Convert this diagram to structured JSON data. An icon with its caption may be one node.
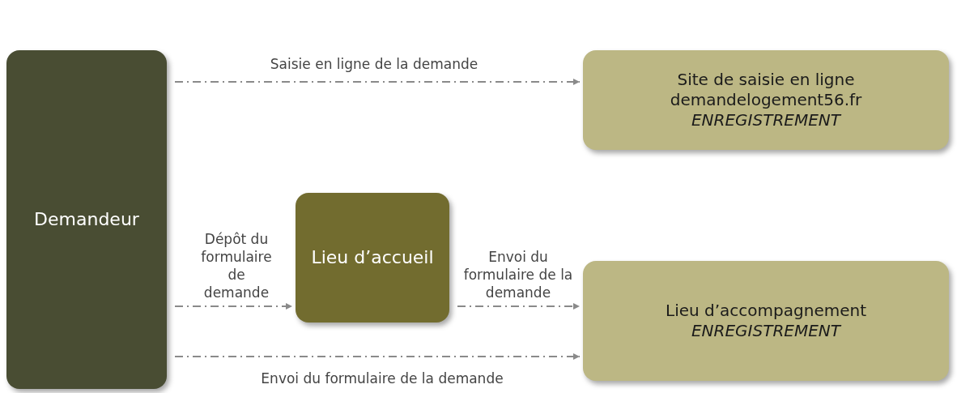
{
  "diagram": {
    "nodes": [
      {
        "text": [
          "Demandeur"
        ]
      },
      {
        "text": [
          "Site de saisie en ligne",
          "demandelogement56.fr",
          "ENREGISTREMENT"
        ]
      },
      {
        "text": [
          "Lieu d’accueil"
        ]
      },
      {
        "text": [
          "Lieu d’accompagnement",
          "ENREGISTREMENT"
        ]
      }
    ],
    "edges": [
      {
        "from": 0,
        "to": 1,
        "arrow": "to",
        "label": "Saisie en ligne de la demande"
      },
      {
        "from": 0,
        "to": 2,
        "arrow": "to",
        "label": "Dépôt du formulaire de demande"
      },
      {
        "from": 2,
        "to": 3,
        "arrow": "to",
        "label": "Envoi du formulaire de la demande"
      },
      {
        "from": 0,
        "to": 3,
        "arrow": "to",
        "label": "Envoi du formulaire de la demande"
      }
    ]
  }
}
